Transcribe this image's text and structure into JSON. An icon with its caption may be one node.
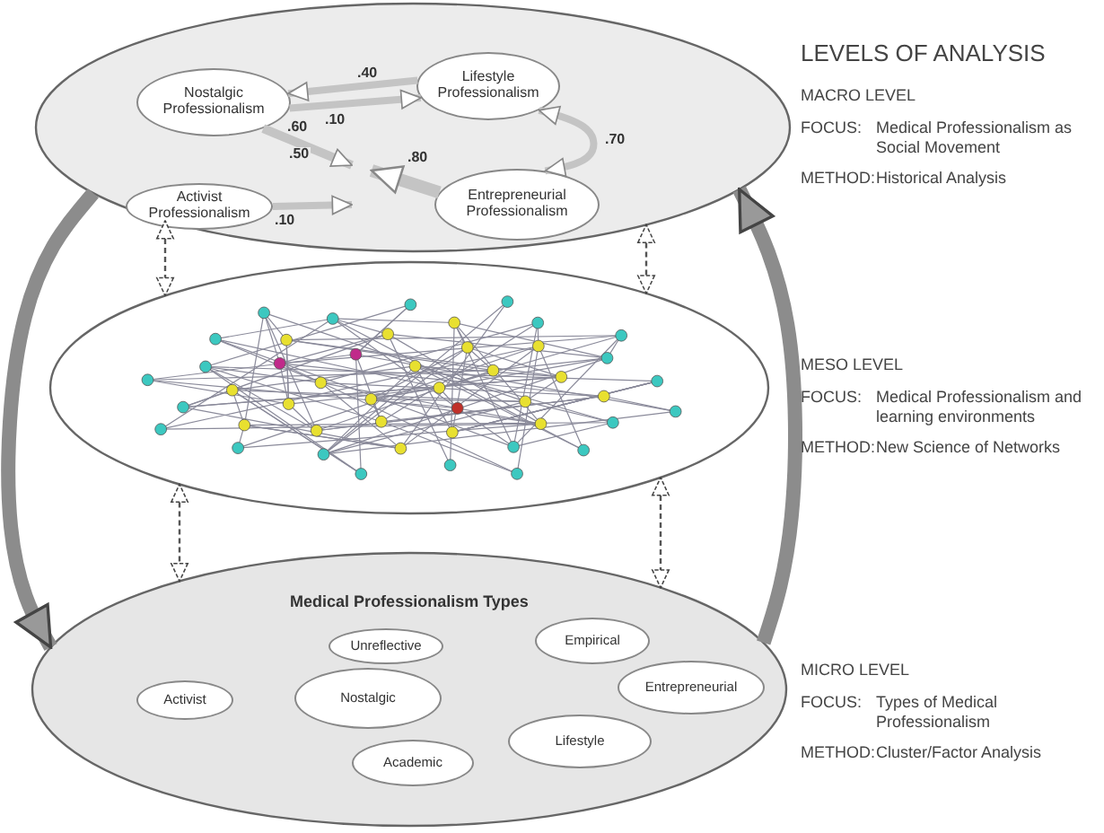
{
  "diagram": {
    "nodes": [
      {
        "text": [],
        "shape": "ellipse"
      },
      {
        "text": [
          "Nostalgic Professionalism"
        ],
        "in": 0
      },
      {
        "text": [
          "Lifestyle Professionalism"
        ],
        "in": 0
      },
      {
        "text": [
          "Entrepreneurial Professionalism"
        ],
        "in": 0
      },
      {
        "text": [
          "Activist Professionalism"
        ],
        "in": 0
      },
      {
        "text": [],
        "shape": "ellipse"
      },
      {
        "text": [
          "Medical Professionalism Types"
        ]
      },
      {
        "text": [
          "Unreflective"
        ],
        "in": 6
      },
      {
        "text": [
          "Empirical"
        ],
        "in": 6
      },
      {
        "text": [
          "Activist"
        ],
        "in": 6
      },
      {
        "text": [
          "Nostalgic"
        ],
        "in": 6
      },
      {
        "text": [
          "Entrepreneurial"
        ],
        "in": 6
      },
      {
        "text": [
          "Lifestyle"
        ],
        "in": 6
      },
      {
        "text": [
          "Academic"
        ],
        "in": 6
      }
    ],
    "edges": [
      {
        "from": 1,
        "to": 2,
        "arrow": "to",
        "label": ".10"
      },
      {
        "from": 2,
        "to": 1,
        "arrow": "to",
        "label": ".40"
      },
      {
        "from": 1,
        "to": null,
        "arrow": "to",
        "label": ".50"
      },
      {
        "from": 3,
        "to": null,
        "arrow": "to",
        "label": ".80"
      },
      {
        "from": 2,
        "to": 3,
        "arrow": "both",
        "label": ".70"
      },
      {
        "from": 4,
        "to": null,
        "arrow": "to",
        "label": ".10"
      },
      {
        "from": 0,
        "to": 6,
        "arrow": "to",
        "style": "thick"
      },
      {
        "from": 6,
        "to": 0,
        "arrow": "to",
        "style": "thick"
      },
      {
        "from": 0,
        "to": 5,
        "arrow": "both",
        "style": "dashed",
        "color": "#555555"
      },
      {
        "from": 0,
        "to": 5,
        "arrow": "both",
        "style": "dashed",
        "color": "#555555"
      },
      {
        "from": 5,
        "to": 6,
        "arrow": "both",
        "style": "dashed",
        "color": "#555555"
      },
      {
        "from": 5,
        "to": 6,
        "arrow": "both",
        "style": "dashed",
        "color": "#555555"
      }
    ],
    "labels": [
      ".60",
      "LEVELS OF ANALYSIS",
      "MACRO LEVEL",
      "FOCUS:",
      "Medical Professionalism as Social Movement",
      "METHOD:",
      "Historical Analysis",
      "MESO LEVEL",
      "FOCUS:",
      "Medical Professionalism and learning environments",
      "METHOD:",
      "New Science of Networks",
      "MICRO LEVEL",
      "FOCUS:",
      "Types of Medical Professionalism",
      "METHOD:",
      "Cluster/Factor Analysis"
    ]
  }
}
